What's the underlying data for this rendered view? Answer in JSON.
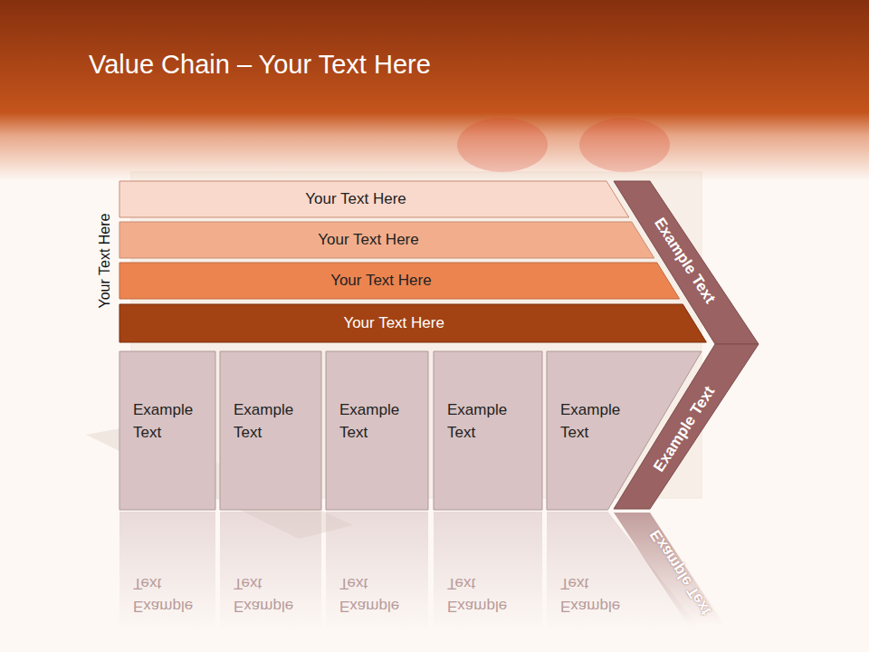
{
  "diagram": {
    "title": "Value Chain – Your Text Here",
    "nodes": [
      {
        "text": [
          "Your Text Here"
        ]
      },
      {
        "text": [
          "Your Text Here"
        ]
      },
      {
        "text": [
          "Your Text Here"
        ]
      },
      {
        "text": [
          "Your Text Here"
        ]
      },
      {
        "text": [
          "Example Text"
        ]
      },
      {
        "text": [
          "Example Text"
        ]
      },
      {
        "text": [
          "Example Text"
        ]
      },
      {
        "text": [
          "Example Text"
        ]
      },
      {
        "text": [
          "Example Text"
        ]
      },
      {
        "text": [
          "Example Text"
        ]
      },
      {
        "text": [
          "Example Text"
        ]
      }
    ],
    "labels": [
      "Your Text Here",
      "Example Text",
      "Example Text",
      "Example Text",
      "Example Text",
      "Example Text",
      "Example Text"
    ]
  }
}
